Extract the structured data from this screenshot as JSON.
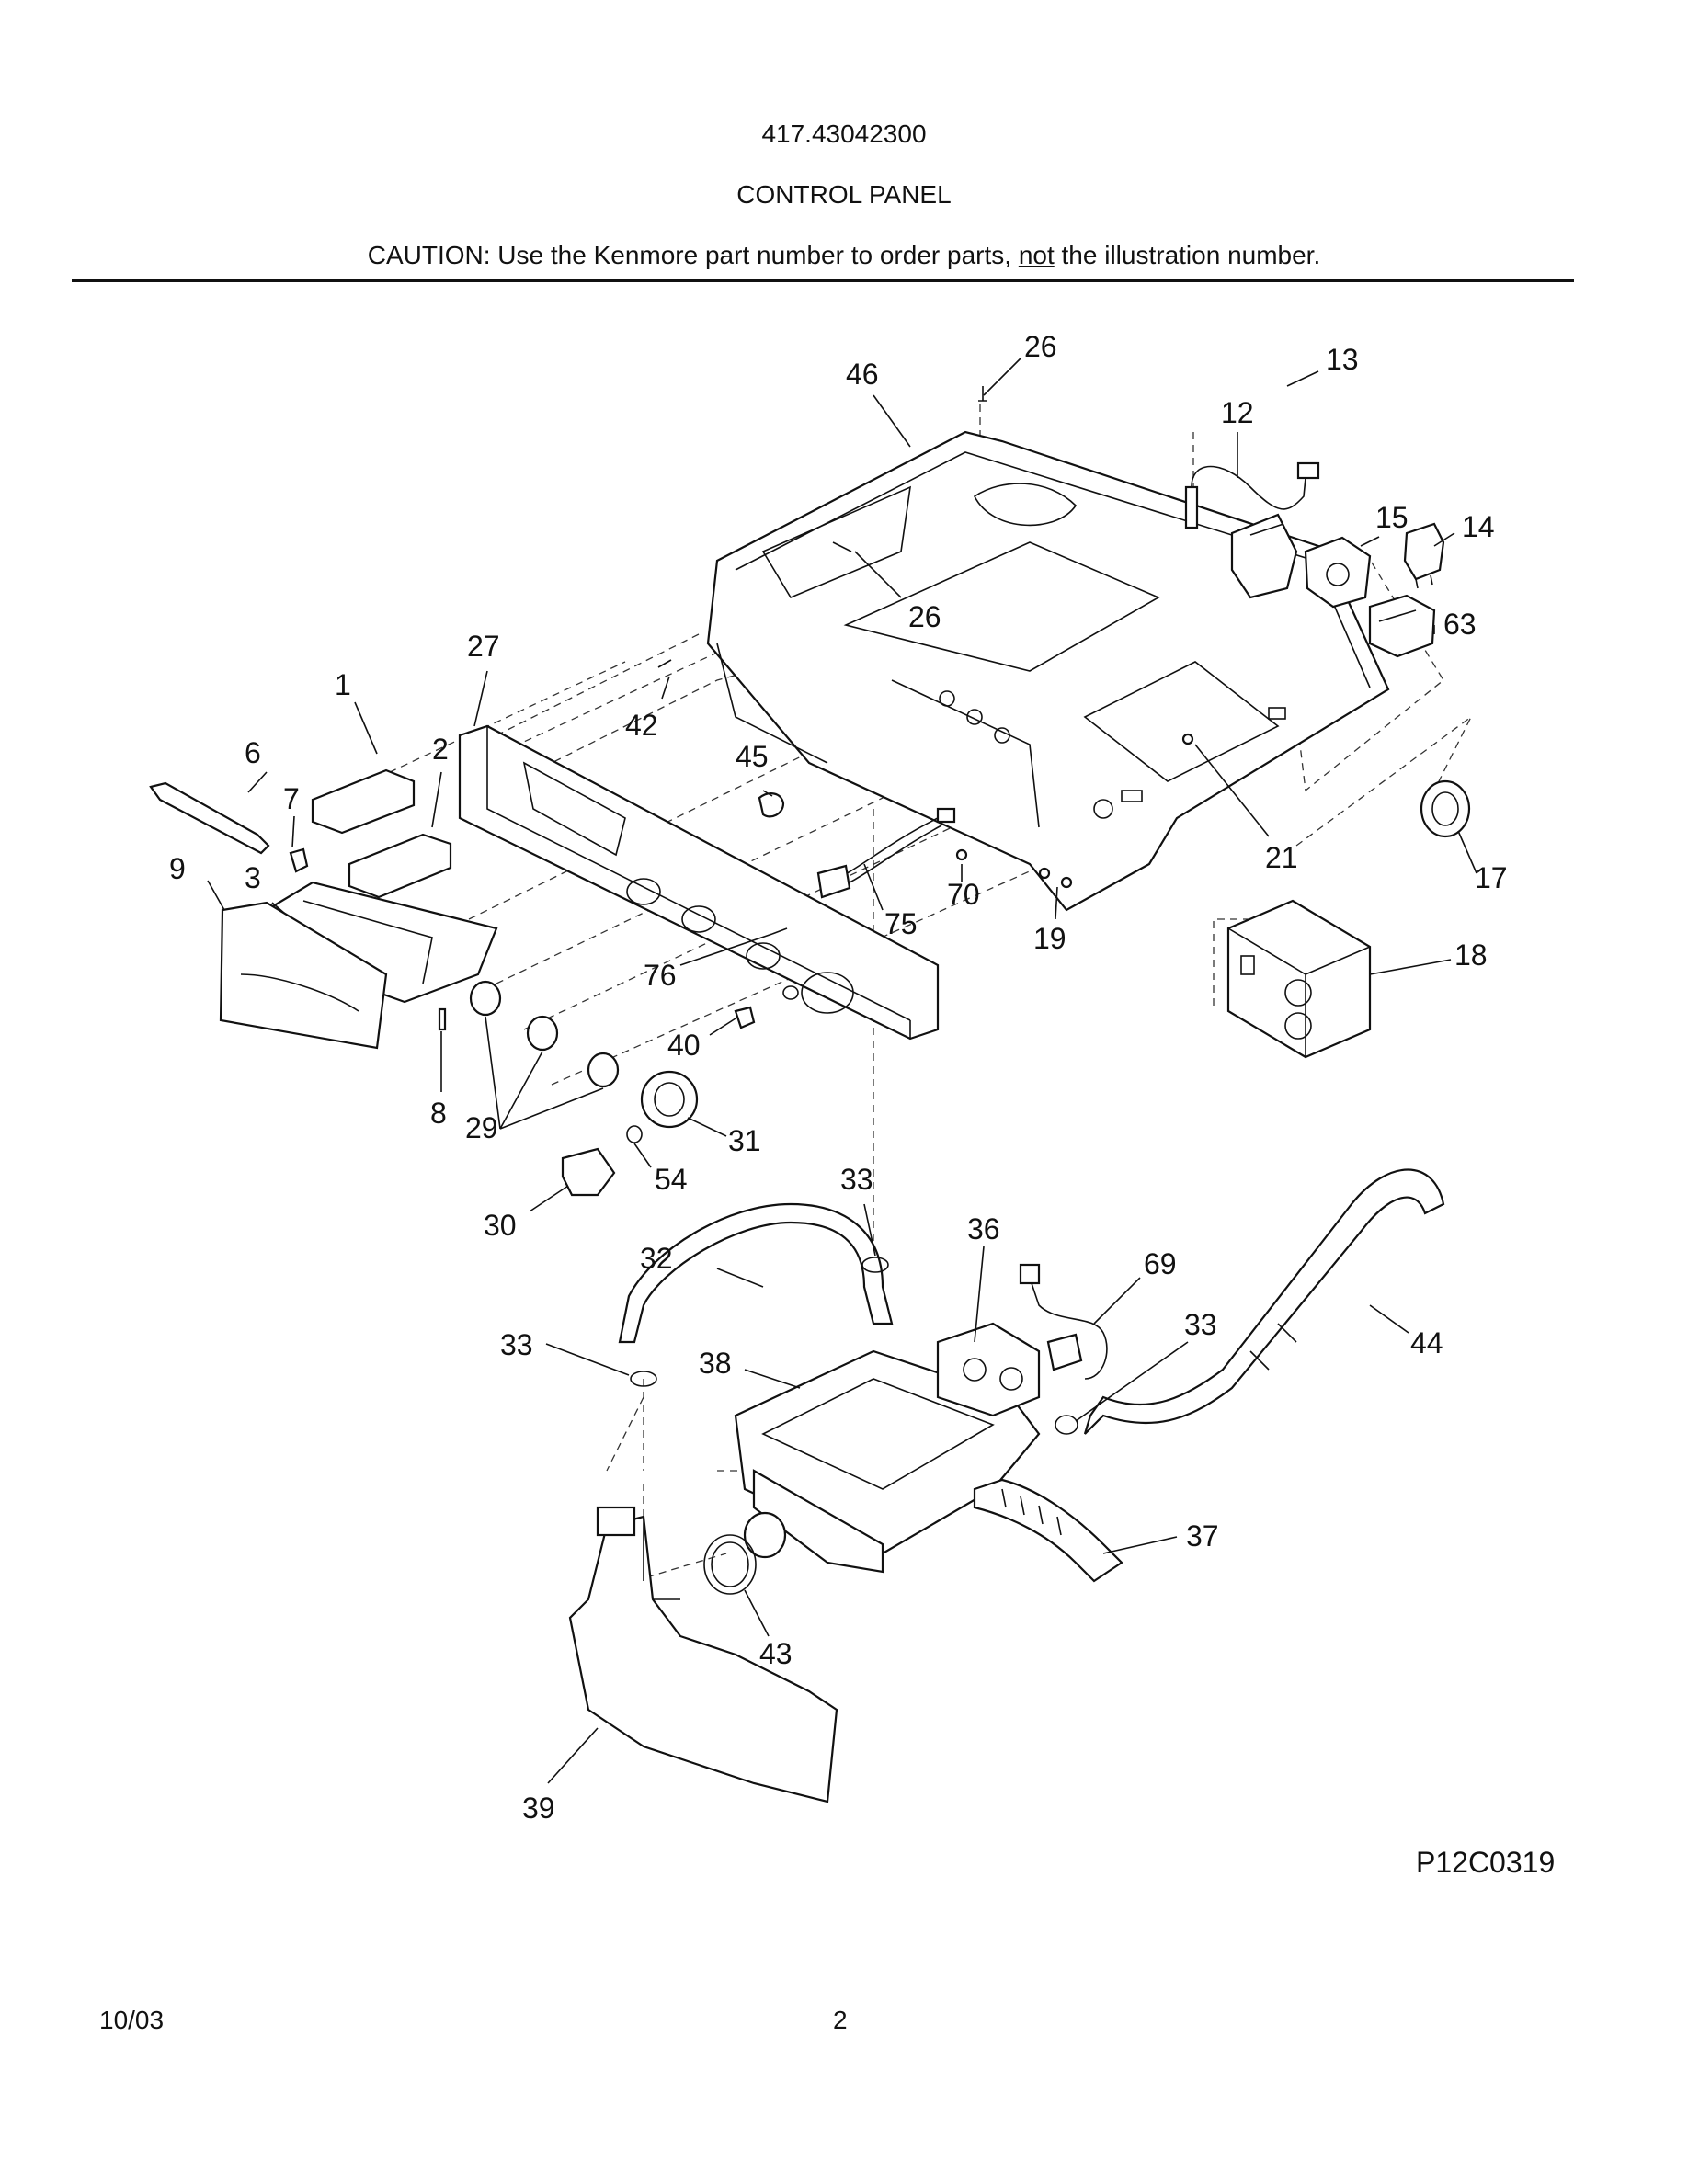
{
  "header": {
    "model": "417.43042300",
    "section": "CONTROL PANEL",
    "caution_before": "CAUTION: Use the Kenmore part number to order parts, ",
    "caution_underlined": "not",
    "caution_after": " the illustration number."
  },
  "callouts": [
    {
      "label": "26"
    },
    {
      "label": "46"
    },
    {
      "label": "12"
    },
    {
      "label": "13"
    },
    {
      "label": "15"
    },
    {
      "label": "14"
    },
    {
      "label": "26"
    },
    {
      "label": "63"
    },
    {
      "label": "27"
    },
    {
      "label": "1"
    },
    {
      "label": "42"
    },
    {
      "label": "6"
    },
    {
      "label": "2"
    },
    {
      "label": "45"
    },
    {
      "label": "7"
    },
    {
      "label": "21"
    },
    {
      "label": "17"
    },
    {
      "label": "9"
    },
    {
      "label": "3"
    },
    {
      "label": "70"
    },
    {
      "label": "75"
    },
    {
      "label": "19"
    },
    {
      "label": "18"
    },
    {
      "label": "76"
    },
    {
      "label": "40"
    },
    {
      "label": "8"
    },
    {
      "label": "29"
    },
    {
      "label": "31"
    },
    {
      "label": "54"
    },
    {
      "label": "33"
    },
    {
      "label": "30"
    },
    {
      "label": "36"
    },
    {
      "label": "32"
    },
    {
      "label": "69"
    },
    {
      "label": "33"
    },
    {
      "label": "44"
    },
    {
      "label": "33"
    },
    {
      "label": "38"
    },
    {
      "label": "37"
    },
    {
      "label": "43"
    },
    {
      "label": "39"
    }
  ],
  "diagram_code": "P12C0319",
  "footer": {
    "date": "10/03",
    "page_number": "2"
  }
}
